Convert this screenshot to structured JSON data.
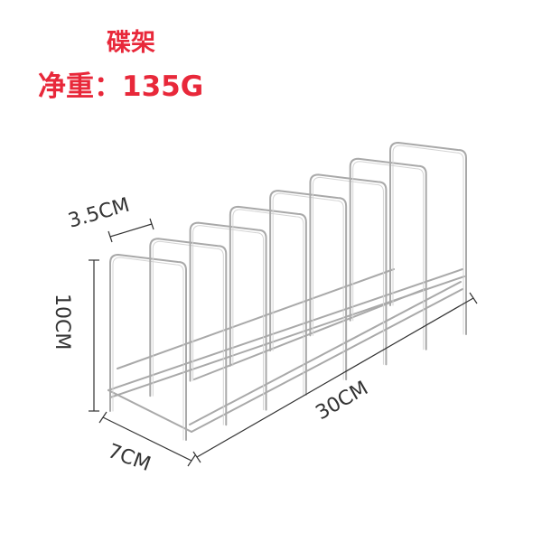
{
  "title": "碟架",
  "weight": {
    "label": "净重：",
    "value": "135G"
  },
  "dimensions": {
    "depth": "3.5CM",
    "height": "10CM",
    "width": "7CM",
    "length": "30CM"
  },
  "rack": {
    "divider_count": 8
  },
  "colors": {
    "text_accent": "#e8283a",
    "rack_wire": "#a9a9a9",
    "dimension_line": "#333333"
  }
}
